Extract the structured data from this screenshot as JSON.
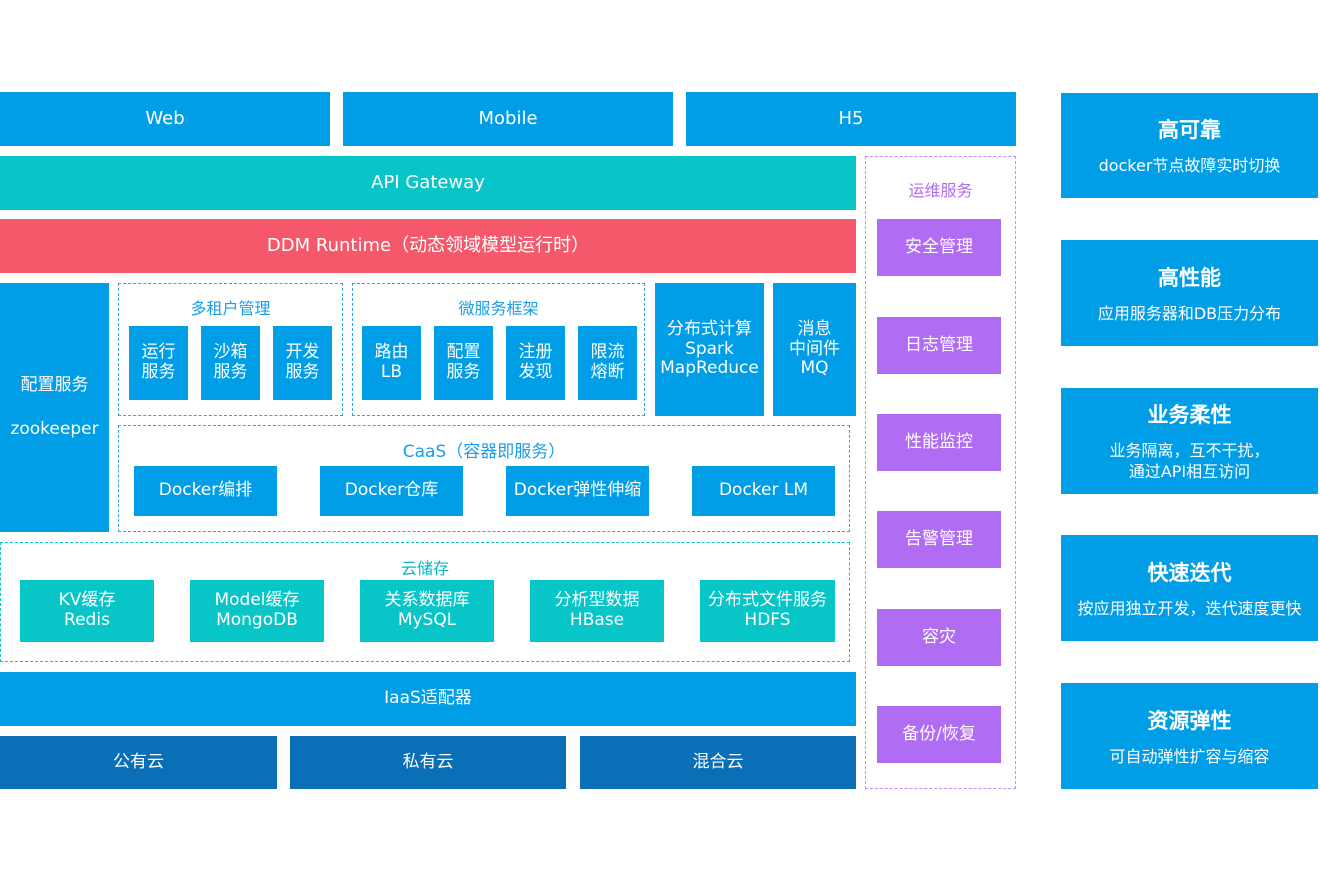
{
  "clients": [
    "Web",
    "Mobile",
    "H5"
  ],
  "api_gateway": "API Gateway",
  "ddm_runtime": "DDM Runtime（动态领域模型运行时）",
  "config_service": {
    "title": "配置服务",
    "sub": "zookeeper"
  },
  "multi_tenant": {
    "title": "多租户管理",
    "items": [
      "运行\n服务",
      "沙箱\n服务",
      "开发\n服务"
    ]
  },
  "microservice": {
    "title": "微服务框架",
    "items": [
      "路由\nLB",
      "配置\n服务",
      "注册\n发现",
      "限流\n熔断"
    ]
  },
  "distributed_compute": "分布式计算\nSpark\nMapReduce",
  "message_middleware": "消息\n中间件\nMQ",
  "caas": {
    "title": "CaaS（容器即服务）",
    "items": [
      "Docker编排",
      "Docker仓库",
      "Docker弹性伸缩",
      "Docker LM"
    ]
  },
  "cloud_storage": {
    "title": "云储存",
    "items": [
      "KV缓存\nRedis",
      "Model缓存\nMongoDB",
      "关系数据库\nMySQL",
      "分析型数据\nHBase",
      "分布式文件服务\nHDFS"
    ]
  },
  "iaas": "IaaS适配器",
  "clouds": [
    "公有云",
    "私有云",
    "混合云"
  ],
  "ops": {
    "title": "运维服务",
    "items": [
      "安全管理",
      "日志管理",
      "性能监控",
      "告警管理",
      "容灾",
      "备份/恢复"
    ]
  },
  "features": [
    {
      "title": "高可靠",
      "desc": "docker节点故障实时切换"
    },
    {
      "title": "高性能",
      "desc": "应用服务器和DB压力分布"
    },
    {
      "title": "业务柔性",
      "desc": "业务隔离，互不干扰，\n通过API相互访问"
    },
    {
      "title": "快速迭代",
      "desc": "按应用独立开发，迭代速度更快"
    },
    {
      "title": "资源弹性",
      "desc": "可自动弹性扩容与缩容"
    }
  ],
  "colors": {
    "blue": "#009ee6",
    "teal": "#08c5c8",
    "red": "#f4586a",
    "navy": "#0b6fb8",
    "purple": "#b06cf2"
  }
}
